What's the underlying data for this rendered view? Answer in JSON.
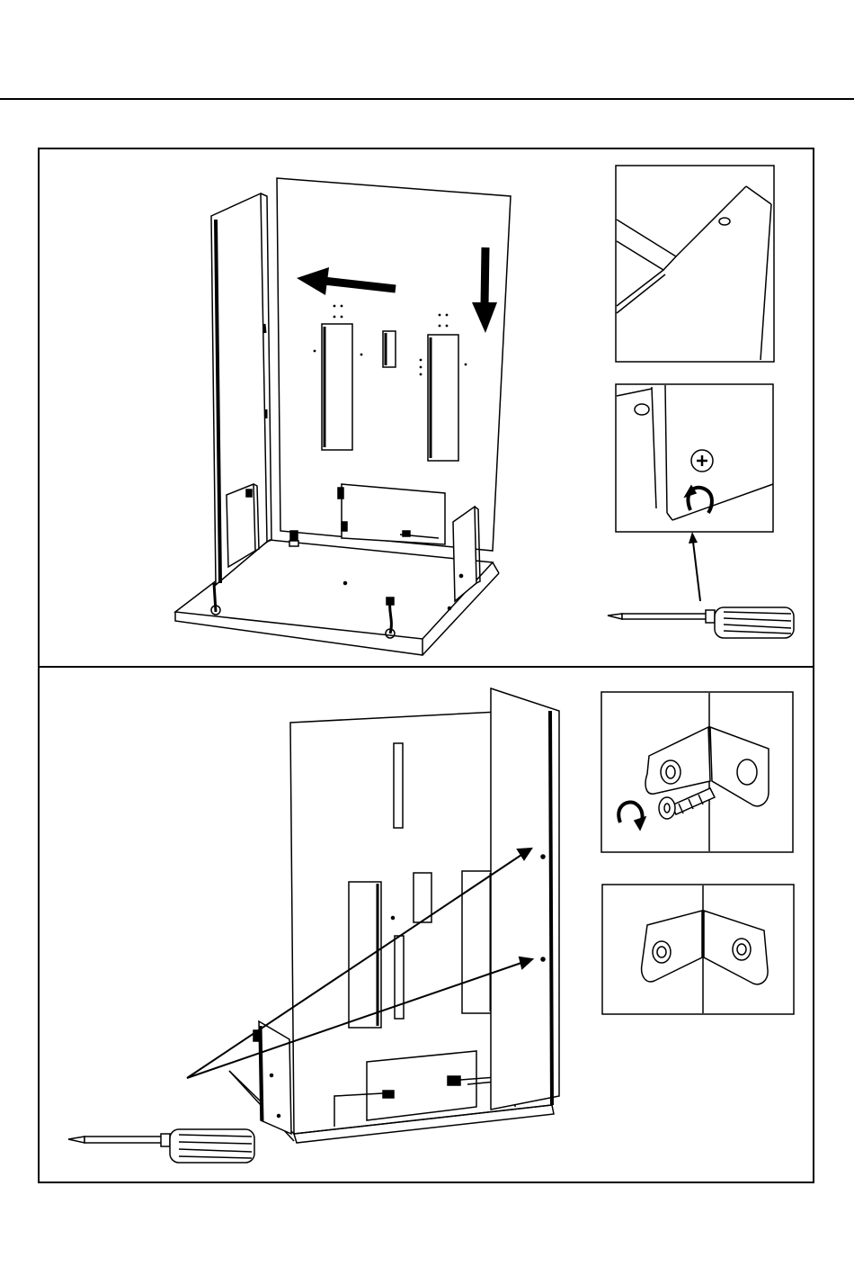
{
  "page": {
    "background": "#ffffff",
    "ink": "#000000",
    "panel_shade": "#dcdcdc"
  },
  "steps": [
    {
      "name": "step-1",
      "main_illustration": "cabinet-back-panel-slide-in",
      "arrows": [
        "arrow-left",
        "arrow-down"
      ],
      "insets": [
        "groove-detail",
        "screw-tighten-detail"
      ],
      "tool": "screwdriver-icon"
    },
    {
      "name": "step-2",
      "main_illustration": "cabinet-rear-view-brackets",
      "insets": [
        "bracket-screw-insert",
        "bracket-installed"
      ],
      "tool": "screwdriver-icon"
    }
  ]
}
